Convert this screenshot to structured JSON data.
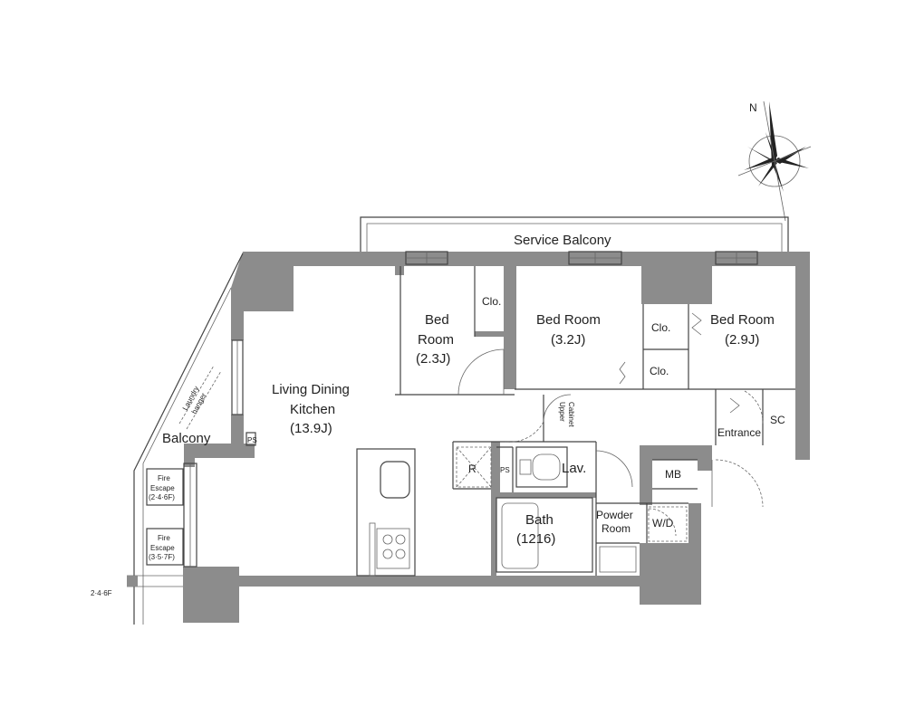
{
  "labels": {
    "service_balcony": "Service Balcony",
    "bedroom_left": [
      "Bed",
      "Room",
      "(2.3J)"
    ],
    "bedroom_mid": [
      "Bed Room",
      "(3.2J)"
    ],
    "bedroom_right": [
      "Bed Room",
      "(2.9J)"
    ],
    "closet": "Clo.",
    "ldk": [
      "Living Dining",
      "Kitchen",
      "(13.9J)"
    ],
    "balcony": "Balcony",
    "laundry_hanger": [
      "Laundry",
      "hanger"
    ],
    "fire_escape_1": [
      "Fire",
      "Escape",
      "(2·4·6F)"
    ],
    "fire_escape_2": [
      "Fire",
      "Escape",
      "(3·5·7F)"
    ],
    "floor_note": "2·4·6F",
    "upper_cabinet": [
      "Upper",
      "Cabinet"
    ],
    "refrigerator": "R",
    "pipe_space": "PS",
    "lavatory": "Lav.",
    "bath": [
      "Bath",
      "(1216)"
    ],
    "powder_room": [
      "Powder",
      "Room"
    ],
    "wd": "W/D",
    "mb": "MB",
    "entrance": "Entrance",
    "sc": "SC",
    "ps_small": "PS"
  },
  "compass": {
    "north_label": "N"
  },
  "colors": {
    "wall": "#8c8c8c",
    "line": "#444444",
    "text": "#222222"
  }
}
